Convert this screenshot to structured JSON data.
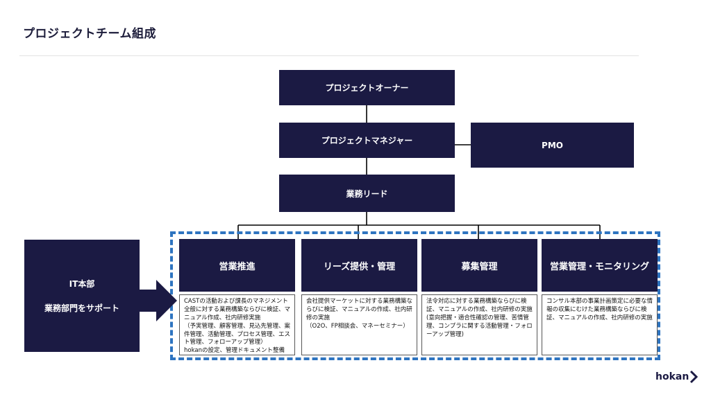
{
  "title": "プロジェクトチーム組成",
  "org": {
    "owner": "プロジェクトオーナー",
    "manager": "プロジェクトマネジャー",
    "pmo": "PMO",
    "lead": "業務リード"
  },
  "it_dept": {
    "line1": "IT本部",
    "line2": "業務部門をサポート"
  },
  "cards": [
    {
      "head": "営業推進",
      "body": "CASTの活動および課長のマネジメント全般に対する業務構築ならびに検証、マニュアル作成、社内研修実施\n（予実管理、顧客管理、見込先管理、案件管理、活動管理、プロセス管理、エスト管理、フォローアップ管理）\nhokanの設定、管理ドキュメント整備"
    },
    {
      "head": "リーズ提供・管理",
      "body": "会社提供マーケットに対する業務構築ならびに検証、マニュアルの作成、社内研修の実施\n（O2O、FP相談会、マネーセミナー）"
    },
    {
      "head": "募集管理",
      "body": "法令対応に対する業務構築ならびに検証、マニュアルの作成、社内研修の実施\n(意向把握・適合性確認の管理、苦情管理、コンプラに関する活動管理・フォローアップ管理)"
    },
    {
      "head": "営業管理・モニタリング",
      "body": "コンサル本部の事業計画策定に必要な情報の収集にむけた業務構築ならびに検証、マニュアルの作成、社内研修の実施"
    }
  ],
  "logo": "hokan",
  "colors": {
    "navy": "#1b1a43",
    "dash_blue": "#2e74c0"
  }
}
